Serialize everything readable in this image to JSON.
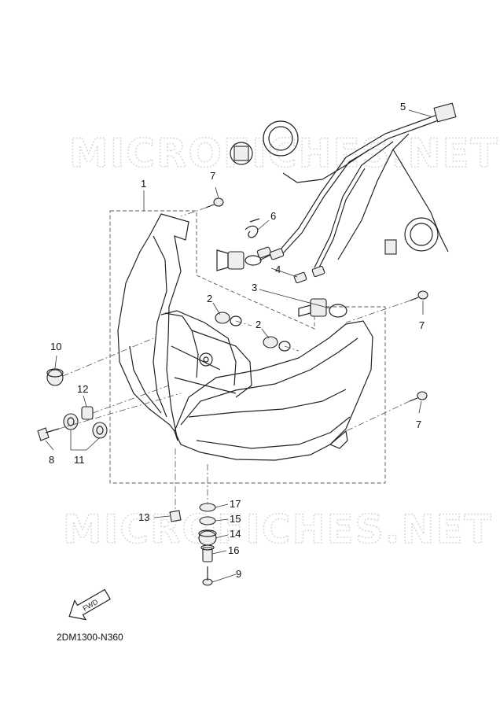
{
  "watermark": "MICROFICHES.NET",
  "diagram_code": "2DM1300-N360",
  "fwd_label": "FWD",
  "callouts": {
    "c1": "1",
    "c2a": "2",
    "c2b": "2",
    "c3": "3",
    "c4": "4",
    "c5": "5",
    "c6": "6",
    "c7a": "7",
    "c7b": "7",
    "c7c": "7",
    "c8": "8",
    "c9": "9",
    "c10": "10",
    "c11": "11",
    "c12": "12",
    "c13": "13",
    "c14": "14",
    "c15": "15",
    "c16": "16",
    "c17": "17"
  }
}
